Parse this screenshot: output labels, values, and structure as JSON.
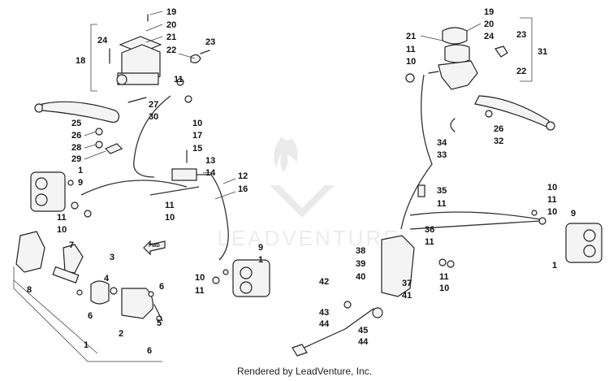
{
  "credit": "Rendered by LeadVenture, Inc.",
  "watermark": "LEADVENTURE",
  "arrow_label": "FWD",
  "callouts": [
    {
      "id": "left-master-cylinder",
      "numbers": [
        "19",
        "20",
        "21",
        "24",
        "22",
        "23",
        "18"
      ]
    },
    {
      "id": "left-lever",
      "numbers": [
        "25",
        "26",
        "27",
        "28",
        "29",
        "30"
      ]
    },
    {
      "id": "left-hoses",
      "numbers": [
        "11",
        "10",
        "17",
        "15",
        "13",
        "14",
        "12",
        "16"
      ]
    },
    {
      "id": "left-front-caliper",
      "numbers": [
        "1",
        "9",
        "11",
        "10"
      ]
    },
    {
      "id": "rear-caliper-left",
      "numbers": [
        "7",
        "8",
        "3",
        "4",
        "6",
        "2",
        "5",
        "1"
      ]
    },
    {
      "id": "left-right-caliper",
      "numbers": [
        "9",
        "1",
        "10",
        "11"
      ]
    },
    {
      "id": "right-master-cylinder",
      "numbers": [
        "19",
        "20",
        "21",
        "11",
        "10",
        "24",
        "23",
        "22",
        "31"
      ]
    },
    {
      "id": "right-lever",
      "numbers": [
        "26",
        "32",
        "34",
        "33"
      ]
    },
    {
      "id": "right-lines",
      "numbers": [
        "35",
        "11",
        "36",
        "11",
        "10",
        "11",
        "9",
        "1"
      ]
    },
    {
      "id": "brake-pedal",
      "numbers": [
        "38",
        "39",
        "40",
        "42",
        "43",
        "44",
        "37",
        "41",
        "45",
        "44",
        "11",
        "10"
      ]
    }
  ]
}
